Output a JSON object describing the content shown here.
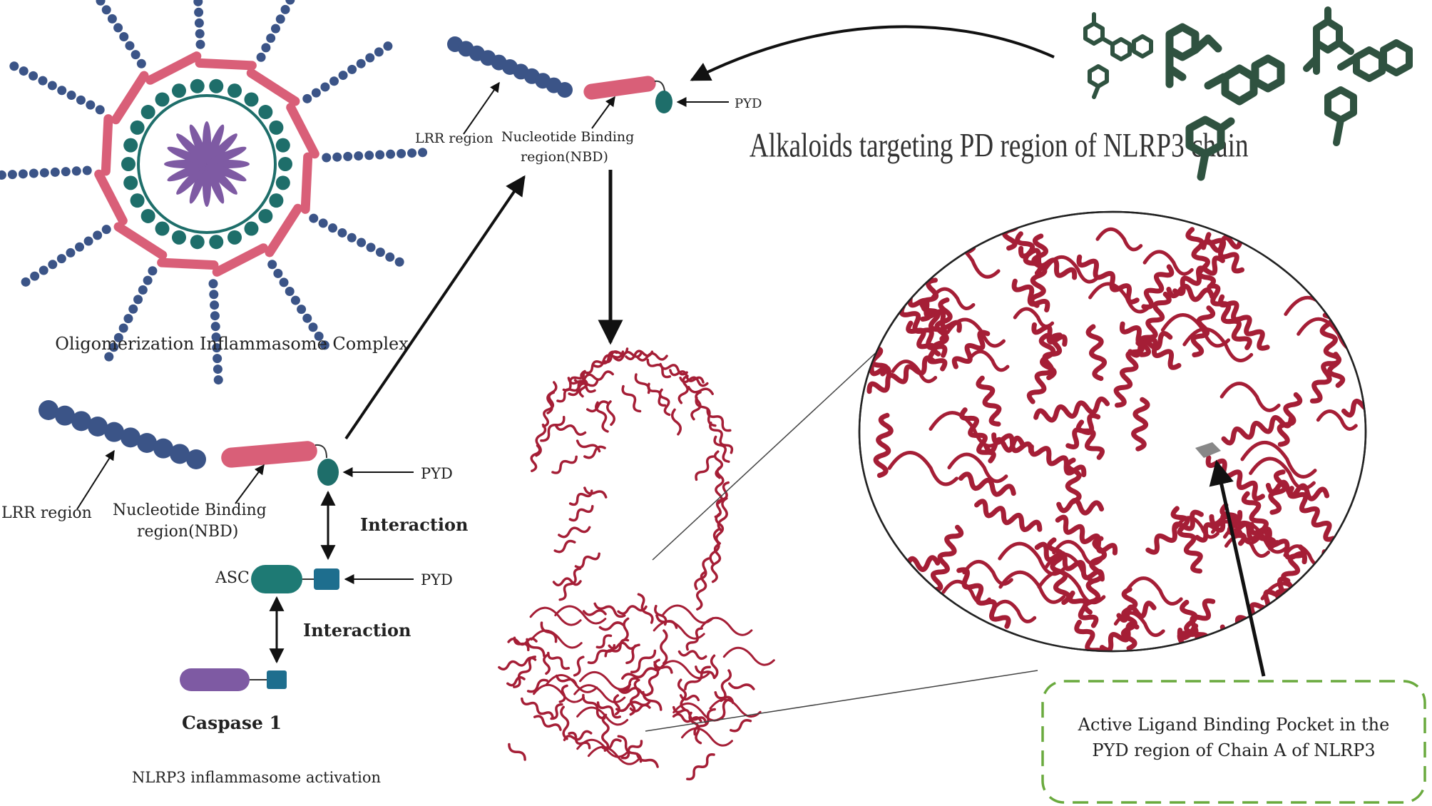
{
  "complex": {
    "caption": "Oligomerization Inflammasome Complex"
  },
  "top_chain": {
    "lrr_label": "LRR region",
    "nbd_label_line1": "Nucleotide Binding",
    "nbd_label_line2": "region(NBD)",
    "pyd_label": "PYD"
  },
  "alkaloids": {
    "caption": "Alkaloids targeting PD region of NLRP3 chain"
  },
  "bottom_chain": {
    "lrr_label": "LRR region",
    "nbd_label_line1": "Nucleotide Binding",
    "nbd_label_line2": "region(NBD)",
    "pyd_label": "PYD",
    "interaction_label_1": "Interaction",
    "asc_label": "ASC",
    "asc_pyd_label": "PYD",
    "interaction_label_2": "Interaction",
    "caspase_label": "Caspase 1",
    "footer": "NLRP3 inflammasome activation"
  },
  "pocket": {
    "line1": "Active Ligand Binding Pocket in the",
    "line2": "PYD region of Chain A of NLRP3"
  },
  "colors": {
    "bead": "#3b5487",
    "nbd": "#d95f78",
    "pyd": "#1e6e6a",
    "asc": "#1e7a74",
    "caspase": "#7e5aa3",
    "protein": "#a51e36",
    "molecule": "#2f5240",
    "pocket_border": "#6aaa3e"
  }
}
